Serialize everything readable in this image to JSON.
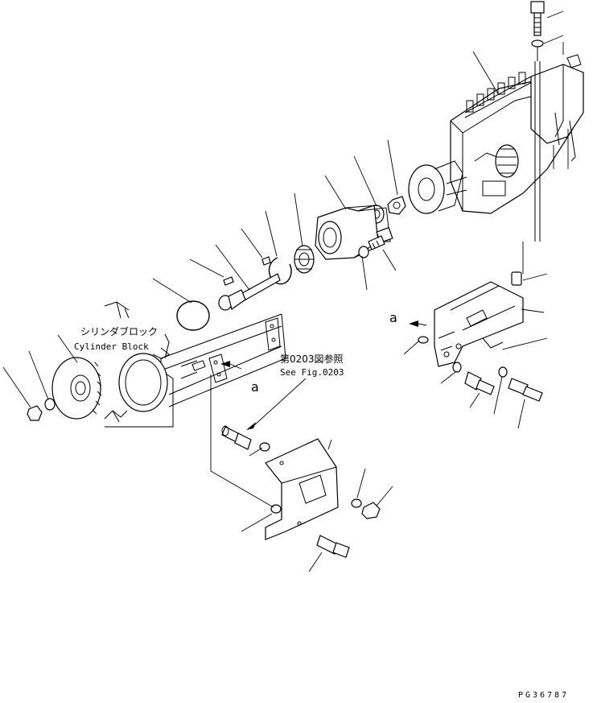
{
  "labels": {
    "cylinder_block_jp": "シリンダブロック",
    "cylinder_block_en": "Cylinder Block",
    "see_fig_jp": "第0203図参照",
    "see_fig_en": "See Fig.0203",
    "view_marker_upper": "a",
    "view_marker_lower": "a",
    "figure_code": "PG36787"
  }
}
